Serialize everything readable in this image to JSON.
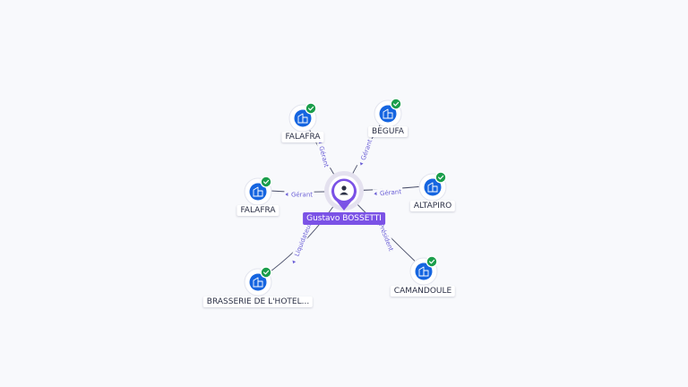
{
  "center": {
    "name": "Gustavo BOSSETTI",
    "icon": "person-icon",
    "color": "#7b52e6"
  },
  "companies": [
    {
      "id": "falafra-top",
      "name": "FALAFRA",
      "role": "Gérant",
      "icon": "building-icon",
      "verified": true
    },
    {
      "id": "begufa",
      "name": "BEGUFA",
      "role": "Gérant",
      "icon": "building-icon",
      "verified": true
    },
    {
      "id": "falafra-left",
      "name": "FALAFRA",
      "role": "Gérant",
      "icon": "building-icon",
      "verified": true
    },
    {
      "id": "altapiro",
      "name": "ALTAPIRO",
      "role": "Gérant",
      "icon": "building-icon",
      "verified": true
    },
    {
      "id": "brasserie",
      "name": "BRASSERIE DE L'HOTEL...",
      "role": "Liquidateur",
      "icon": "building-icon",
      "verified": true
    },
    {
      "id": "camandoule",
      "name": "CAMANDOULE",
      "role": "Président",
      "icon": "building-icon",
      "verified": true
    }
  ],
  "colors": {
    "company_node": "#1565e0",
    "verified_badge": "#1b9e4b",
    "edge_label": "#6b5fd6",
    "background": "#f8f9fc"
  }
}
